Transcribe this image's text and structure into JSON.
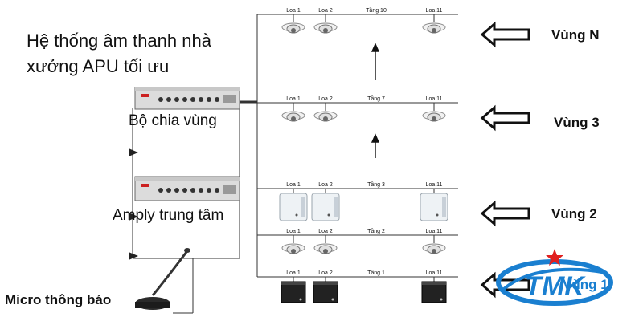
{
  "title": {
    "line1": "Hệ thống âm thanh nhà",
    "line2": "xưởng APU tối ưu"
  },
  "labels": {
    "splitter": "Bộ chia vùng",
    "amplifier": "Amply trung tâm",
    "microphone": "Micro thông báo"
  },
  "floors": [
    {
      "floor": "Tầng 10",
      "speakers": [
        "Loa 1",
        "Loa 2",
        "Loa 11"
      ],
      "speaker_type": "ceiling"
    },
    {
      "floor": "Tầng 7",
      "speakers": [
        "Loa 1",
        "Loa 2",
        "Loa 11"
      ],
      "speaker_type": "ceiling"
    },
    {
      "floor": "Tầng 3",
      "speakers": [
        "Loa 1",
        "Loa 2",
        "Loa 11"
      ],
      "speaker_type": "wall-white"
    },
    {
      "floor": "Tầng 2",
      "speakers": [
        "Loa 1",
        "Loa 2",
        "Loa 11"
      ],
      "speaker_type": "ceiling"
    },
    {
      "floor": "Tầng 1",
      "speakers": [
        "Loa 1",
        "Loa 2",
        "Loa 11"
      ],
      "speaker_type": "box-black"
    }
  ],
  "zones": [
    "Vùng N",
    "Vùng 3",
    "Vùng 2",
    "Vùng 1"
  ],
  "logo": {
    "text": "TMK",
    "colors": {
      "blue": "#1a7fd0",
      "red": "#e02020"
    }
  }
}
